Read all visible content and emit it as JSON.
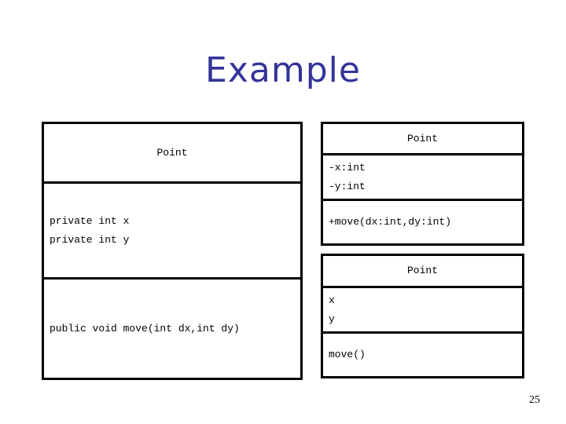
{
  "slide": {
    "title": "Example",
    "page_number": "25",
    "title_color": "#333399",
    "border_color": "#000000",
    "background_color": "#ffffff"
  },
  "code_box": {
    "class_name": "Point",
    "fields": [
      "private int x",
      "private int y"
    ],
    "methods": [
      "public void move(int dx,int dy)"
    ]
  },
  "uml_detail_box": {
    "class_name": "Point",
    "attributes": [
      "-x:int",
      "-y:int"
    ],
    "operations": [
      "+move(dx:int,dy:int)"
    ]
  },
  "uml_simple_box": {
    "class_name": "Point",
    "attributes": [
      "x",
      "y"
    ],
    "operations": [
      "move()"
    ]
  }
}
